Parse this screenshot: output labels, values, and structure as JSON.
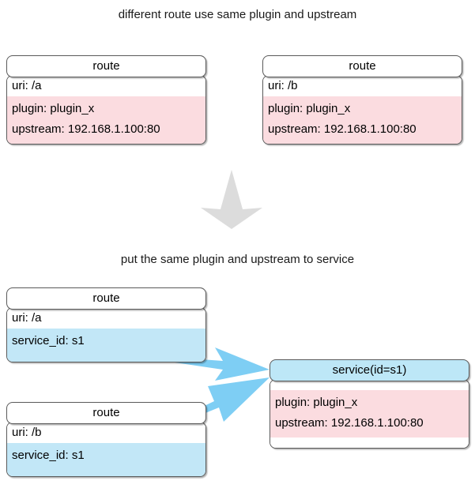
{
  "diagram": {
    "top_caption": "different route use same plugin and upstream",
    "bottom_caption": "put the same plugin and upstream to service",
    "colors": {
      "plugin_block": "#fbdce0",
      "service_block": "#c2e7f7",
      "arrow_blue": "#7ecef4",
      "transform_arrow_gray": "#dcdcdc",
      "border": "#5a5a5a"
    },
    "top_section": {
      "boxes": [
        {
          "title": "route",
          "uri": "uri: /a",
          "plugin": "plugin: plugin_x",
          "upstream": "upstream: 192.168.1.100:80"
        },
        {
          "title": "route",
          "uri": "uri: /b",
          "plugin": "plugin: plugin_x",
          "upstream": "upstream: 192.168.1.100:80"
        }
      ]
    },
    "transform_arrow": "down-arrow-icon",
    "bottom_section": {
      "route_boxes": [
        {
          "title": "route",
          "uri": "uri: /a",
          "service_ref": "service_id: s1"
        },
        {
          "title": "route",
          "uri": "uri: /b",
          "service_ref": "service_id: s1"
        }
      ],
      "service_box": {
        "title": "service(id=s1)",
        "plugin": "plugin: plugin_x",
        "upstream": "upstream: 192.168.1.100:80"
      }
    }
  }
}
